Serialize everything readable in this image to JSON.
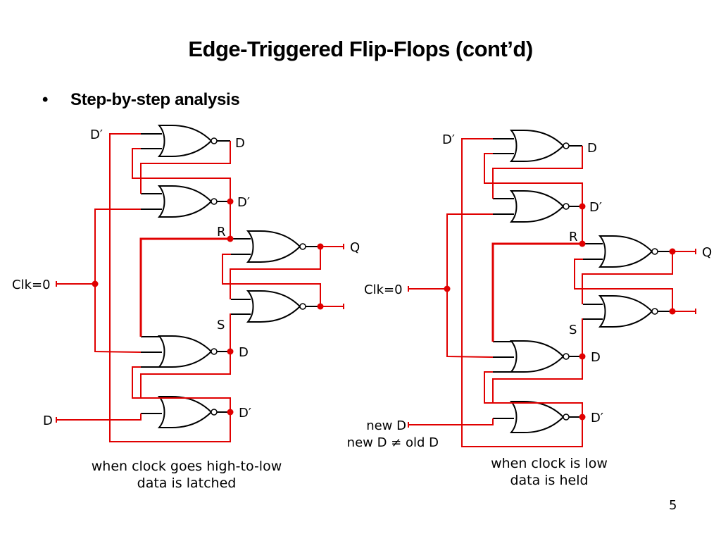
{
  "slide": {
    "title": "Edge-Triggered Flip-Flops (cont’d)",
    "bullet_symbol": "•",
    "bullet_text": "Step-by-step analysis",
    "page_number": "5"
  },
  "colors": {
    "wire": "#e00000",
    "gate": "#000000"
  },
  "circuits": [
    {
      "labels": {
        "top_in": "D′",
        "g1_out": "D",
        "g2_out": "D′",
        "r": "R",
        "q": "Q",
        "clk": "Clk=0",
        "s": "S",
        "g3_out": "D",
        "g4_out": "D′",
        "d_in": "D",
        "d_note": ""
      },
      "caption_line1": "when clock goes high-to-low",
      "caption_line2": "data is latched"
    },
    {
      "labels": {
        "top_in": "D′",
        "g1_out": "D",
        "g2_out": "D′",
        "r": "R",
        "q": "Q",
        "clk": "Clk=0",
        "s": "S",
        "g3_out": "D",
        "g4_out": "D′",
        "d_in": "new D",
        "d_note": "new D ≠ old D"
      },
      "caption_line1": "when clock is low",
      "caption_line2": "data is held"
    }
  ]
}
